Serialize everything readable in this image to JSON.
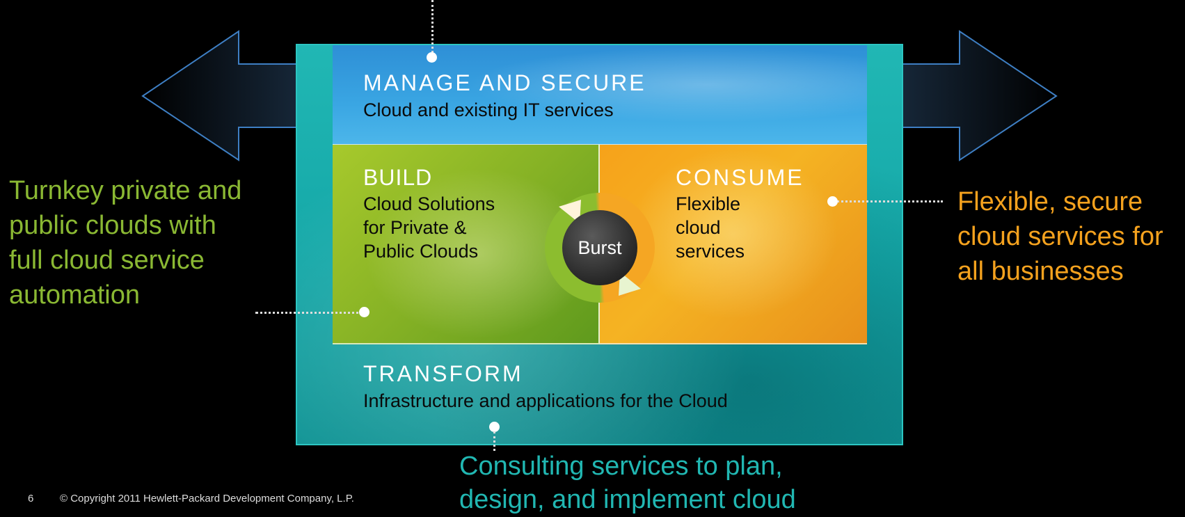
{
  "manage": {
    "title": "MANAGE AND SECURE",
    "subtitle": "Cloud and existing IT services"
  },
  "build": {
    "title": "BUILD",
    "subtitle_lines": [
      "Cloud Solutions",
      "for Private &",
      "Public Clouds"
    ]
  },
  "consume": {
    "title": "CONSUME",
    "subtitle_lines": [
      "Flexible",
      "cloud",
      "services"
    ]
  },
  "burst": {
    "label": "Burst"
  },
  "transform": {
    "title": "TRANSFORM",
    "subtitle": "Infrastructure and applications for the Cloud"
  },
  "callouts": {
    "left_lines": [
      "Turnkey private and",
      "public clouds with",
      "full cloud service",
      "automation"
    ],
    "right_lines": [
      "Flexible, secure",
      "cloud services for",
      "all businesses"
    ],
    "bottom_lines": [
      "Consulting services to plan,",
      "design, and implement cloud"
    ]
  },
  "footer": {
    "page_number": "6",
    "copyright": "© Copyright 2011 Hewlett-Packard Development Company, L.P."
  },
  "colors": {
    "background": "#000000",
    "manage_blue": "#3aa6e3",
    "build_green": "#86b225",
    "consume_orange": "#f5a623",
    "transform_teal": "#14a7a7",
    "callout_green": "#8ab833",
    "callout_orange": "#f5a21e",
    "callout_teal": "#21b7b2"
  }
}
